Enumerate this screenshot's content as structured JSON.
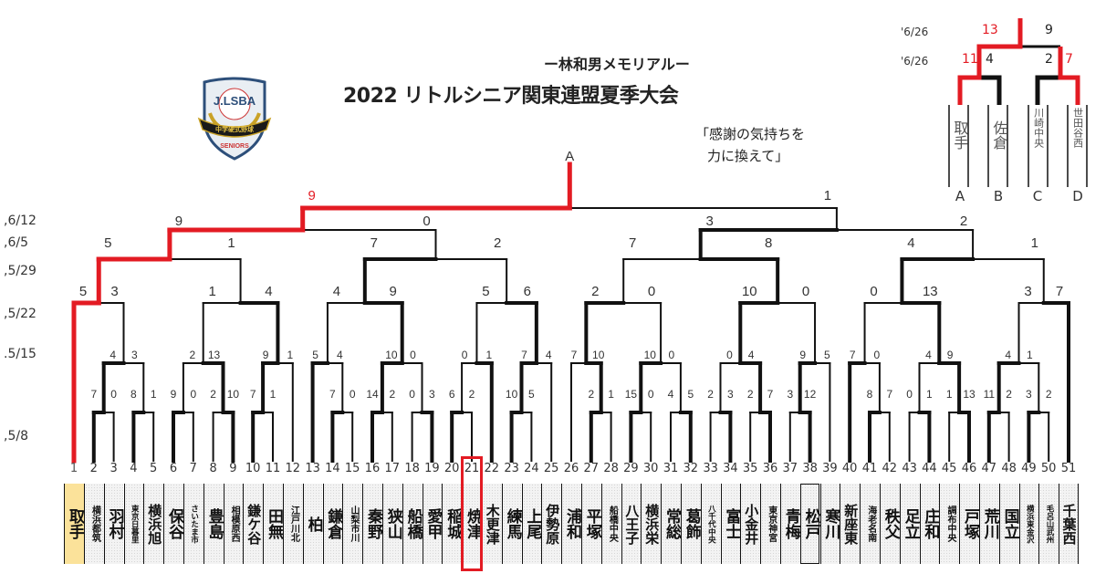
{
  "header": {
    "subtitle": "ー林和男メモリアルー",
    "title": "2022 リトルシニア関東連盟夏季大会",
    "slogan_line1": "「感謝の気持ちを",
    "slogan_line2": "力に換えて」"
  },
  "logo": {
    "top_text": "J.LSBA",
    "band_text": "中学硬式野球",
    "bottom_text": "SENIORS"
  },
  "colors": {
    "highlight": "#e31b23",
    "line": "#111111",
    "champion_cell": "#fbe29a"
  },
  "round_dates": [
    ",6/12",
    ",6/5",
    ",5/29",
    ",5/22",
    ".5/15",
    ",5/8"
  ],
  "final_slot_label": "A",
  "teams": [
    "取手",
    "横浜都筑",
    "羽村",
    "東京日暮里",
    "横浜旭",
    "保谷",
    "さいたま市",
    "豊島",
    "相模原西",
    "鎌ケ谷",
    "田無",
    "江戸川北",
    "柏",
    "鎌倉",
    "山梨市川",
    "秦野",
    "狭山",
    "船橋",
    "愛甲",
    "稲城",
    "焼津",
    "木更津",
    "練馬",
    "上尾",
    "伊勢原",
    "浦和",
    "平塚",
    "船橋中央",
    "八王子",
    "横浜栄",
    "常総",
    "葛飾",
    "八千代中央",
    "富士",
    "小金井",
    "東京神宮",
    "青梅",
    "松戸",
    "寒川",
    "新座東",
    "海老名南",
    "秩父",
    "足立",
    "庄和",
    "調布中央",
    "戸塚",
    "荒川",
    "国立",
    "横浜東金沢",
    "毛呂山武州",
    "千葉西"
  ],
  "team_numbers": [
    "1",
    "2",
    "3",
    "4",
    "5",
    "6",
    "7",
    "8",
    "9",
    "10",
    "11",
    "12",
    "13",
    "14",
    "15",
    "16",
    "17",
    "18",
    "19",
    "20",
    "21",
    "22",
    "23",
    "24",
    "25",
    "26",
    "27",
    "28",
    "29",
    "30",
    "31",
    "32",
    "33",
    "34",
    "35",
    "36",
    "37",
    "38",
    "39",
    "40",
    "41",
    "42",
    "43",
    "44",
    "45",
    "46",
    "47",
    "48",
    "49",
    "50",
    "51"
  ],
  "highlighted_team": 21,
  "boxed_team": 38,
  "matches": [
    {
      "id": "a1",
      "round": 1,
      "l": 2,
      "r": 3,
      "score": [
        7,
        0
      ]
    },
    {
      "id": "a2",
      "round": 1,
      "l": 4,
      "r": 5,
      "score": [
        8,
        1
      ]
    },
    {
      "id": "a3",
      "round": 1,
      "l": 6,
      "r": 7,
      "score": [
        9,
        0
      ]
    },
    {
      "id": "a4",
      "round": 1,
      "l": 8,
      "r": 9,
      "score": [
        2,
        10
      ]
    },
    {
      "id": "a5",
      "round": 1,
      "l": 10,
      "r": 11,
      "score": [
        7,
        1
      ]
    },
    {
      "id": "a6",
      "round": 1,
      "l": 14,
      "r": 15,
      "score": [
        7,
        0
      ]
    },
    {
      "id": "a7",
      "round": 1,
      "l": 16,
      "r": 17,
      "score": [
        14,
        2
      ]
    },
    {
      "id": "a8",
      "round": 1,
      "l": 18,
      "r": 19,
      "score": [
        0,
        3
      ]
    },
    {
      "id": "a9",
      "round": 1,
      "l": 20,
      "r": 21,
      "score": [
        6,
        2
      ]
    },
    {
      "id": "a10",
      "round": 1,
      "l": 23,
      "r": 24,
      "score": [
        10,
        5
      ]
    },
    {
      "id": "a11",
      "round": 1,
      "l": 27,
      "r": 28,
      "score": [
        2,
        1
      ]
    },
    {
      "id": "a12",
      "round": 1,
      "l": 29,
      "r": 30,
      "score": [
        15,
        0
      ]
    },
    {
      "id": "a13",
      "round": 1,
      "l": 31,
      "r": 32,
      "score": [
        4,
        5
      ]
    },
    {
      "id": "a14",
      "round": 1,
      "l": 33,
      "r": 34,
      "score": [
        2,
        3
      ]
    },
    {
      "id": "a15",
      "round": 1,
      "l": 35,
      "r": 36,
      "score": [
        2,
        7
      ]
    },
    {
      "id": "a16",
      "round": 1,
      "l": 37,
      "r": 38,
      "score": [
        3,
        12
      ]
    },
    {
      "id": "a17",
      "round": 1,
      "l": 41,
      "r": 42,
      "score": [
        8,
        7
      ]
    },
    {
      "id": "a18",
      "round": 1,
      "l": 43,
      "r": 44,
      "score": [
        0,
        1
      ]
    },
    {
      "id": "a19",
      "round": 1,
      "l": 45,
      "r": 46,
      "score": [
        1,
        13
      ]
    },
    {
      "id": "a20",
      "round": 1,
      "l": 47,
      "r": 48,
      "score": [
        11,
        2
      ]
    },
    {
      "id": "a21",
      "round": 1,
      "l": 49,
      "r": 50,
      "score": [
        3,
        2
      ]
    },
    {
      "id": "b1",
      "round": 2,
      "l": "a1",
      "r": "a2",
      "score": [
        4,
        3
      ]
    },
    {
      "id": "b2",
      "round": 2,
      "l": "a3",
      "r": "a4",
      "score": [
        2,
        13
      ]
    },
    {
      "id": "b3",
      "round": 2,
      "l": "a5",
      "r": 12,
      "score": [
        9,
        1
      ]
    },
    {
      "id": "b4",
      "round": 2,
      "l": 13,
      "r": "a6",
      "score": [
        5,
        4
      ]
    },
    {
      "id": "b5",
      "round": 2,
      "l": "a7",
      "r": "a8",
      "score": [
        10,
        0
      ]
    },
    {
      "id": "b6",
      "round": 2,
      "l": "a9",
      "r": 22,
      "score": [
        0,
        1
      ]
    },
    {
      "id": "b7",
      "round": 2,
      "l": "a10",
      "r": 25,
      "score": [
        7,
        4
      ]
    },
    {
      "id": "b8",
      "round": 2,
      "l": 26,
      "r": "a11",
      "score": [
        7,
        10
      ]
    },
    {
      "id": "b9",
      "round": 2,
      "l": "a12",
      "r": "a13",
      "score": [
        10,
        0
      ]
    },
    {
      "id": "b10",
      "round": 2,
      "l": "a14",
      "r": "a15",
      "score": [
        0,
        4
      ]
    },
    {
      "id": "b11",
      "round": 2,
      "l": "a16",
      "r": 39,
      "score": [
        9,
        5
      ]
    },
    {
      "id": "b12",
      "round": 2,
      "l": 40,
      "r": "a17",
      "score": [
        7,
        0
      ]
    },
    {
      "id": "b13",
      "round": 2,
      "l": "a18",
      "r": "a19",
      "score": [
        4,
        9
      ]
    },
    {
      "id": "b14",
      "round": 2,
      "l": "a20",
      "r": "a21",
      "score": [
        4,
        1
      ]
    },
    {
      "id": "c1",
      "round": 3,
      "l": 1,
      "r": "b1",
      "score": [
        5,
        3
      ]
    },
    {
      "id": "c2",
      "round": 3,
      "l": "b2",
      "r": "b3",
      "score": [
        1,
        4
      ]
    },
    {
      "id": "c3",
      "round": 3,
      "l": "b4",
      "r": "b5",
      "score": [
        4,
        9
      ]
    },
    {
      "id": "c4",
      "round": 3,
      "l": "b6",
      "r": "b7",
      "score": [
        5,
        6
      ]
    },
    {
      "id": "c5",
      "round": 3,
      "l": "b8",
      "r": "b9",
      "score": [
        2,
        0
      ]
    },
    {
      "id": "c6",
      "round": 3,
      "l": "b10",
      "r": "b11",
      "score": [
        10,
        0
      ]
    },
    {
      "id": "c7",
      "round": 3,
      "l": "b12",
      "r": "b13",
      "score": [
        0,
        13
      ]
    },
    {
      "id": "c8",
      "round": 3,
      "l": "b14",
      "r": 51,
      "score": [
        3,
        7
      ]
    },
    {
      "id": "d1",
      "round": 4,
      "l": "c1",
      "r": "c2",
      "score": [
        5,
        1
      ]
    },
    {
      "id": "d2",
      "round": 4,
      "l": "c3",
      "r": "c4",
      "score": [
        7,
        2
      ]
    },
    {
      "id": "d3",
      "round": 4,
      "l": "c5",
      "r": "c6",
      "score": [
        7,
        8
      ]
    },
    {
      "id": "d4",
      "round": 4,
      "l": "c7",
      "r": "c8",
      "score": [
        4,
        1
      ]
    },
    {
      "id": "e1",
      "round": 5,
      "l": "d1",
      "r": "d2",
      "score": [
        9,
        0
      ]
    },
    {
      "id": "e2",
      "round": 5,
      "l": "d3",
      "r": "d4",
      "score": [
        3,
        2
      ]
    },
    {
      "id": "f1",
      "round": 6,
      "l": "e1",
      "r": "e2",
      "score": [
        9,
        1
      ],
      "winner_score_highlight": true
    }
  ],
  "finals": {
    "dates": [
      "'6/26",
      "'6/26"
    ],
    "teams": [
      {
        "slot": "A",
        "name": "取手"
      },
      {
        "slot": "B",
        "name": "佐倉"
      },
      {
        "slot": "C",
        "name": "川崎中央"
      },
      {
        "slot": "D",
        "name": "世田谷西"
      }
    ],
    "semi1": {
      "score": [
        "11",
        "4"
      ]
    },
    "semi2": {
      "score": [
        "2",
        "7"
      ]
    },
    "final": {
      "score": [
        "13",
        "9"
      ]
    }
  }
}
